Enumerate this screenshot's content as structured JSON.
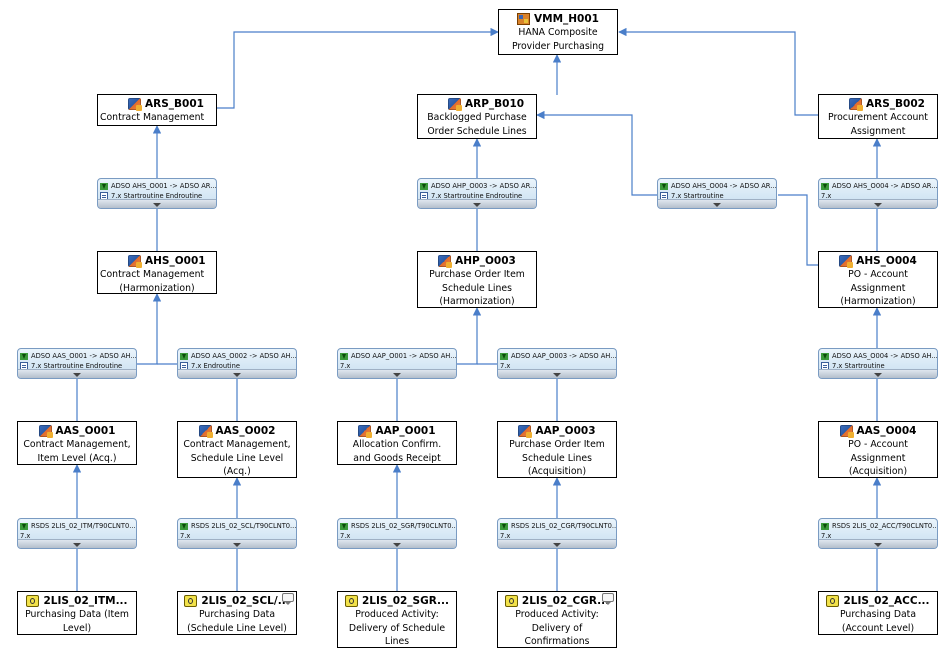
{
  "colors": {
    "connector": "#4a7ec9",
    "box_border": "#000000",
    "transform_fill": "#d6e8f6"
  },
  "nodes": {
    "vmm_h001": {
      "id": "VMM_H001",
      "lines": [
        "HANA Composite",
        "Provider Purchasing"
      ],
      "icon": "composite-provider-icon"
    },
    "ars_b001": {
      "id": "ARS_B001",
      "lines": [
        "Contract Management"
      ],
      "icon": "adso-icon"
    },
    "arp_b010": {
      "id": "ARP_B010",
      "lines": [
        "Backlogged Purchase",
        "Order Schedule Lines"
      ],
      "icon": "adso-icon"
    },
    "ars_b002": {
      "id": "ARS_B002",
      "lines": [
        "Procurement Account",
        "Assignment"
      ],
      "icon": "adso-icon"
    },
    "ahs_o001": {
      "id": "AHS_O001",
      "lines": [
        "Contract Management",
        "(Harmonization)"
      ],
      "icon": "adso-icon"
    },
    "ahp_o003": {
      "id": "AHP_O003",
      "lines": [
        "Purchase Order Item",
        "Schedule Lines",
        "(Harmonization)"
      ],
      "icon": "adso-icon"
    },
    "ahs_o004": {
      "id": "AHS_O004",
      "lines": [
        "PO - Account",
        "Assignment",
        "(Harmonization)"
      ],
      "icon": "adso-icon"
    },
    "aas_o001": {
      "id": "AAS_O001",
      "lines": [
        "Contract Management,",
        "Item Level (Acq.)"
      ],
      "icon": "adso-icon"
    },
    "aas_o002": {
      "id": "AAS_O002",
      "lines": [
        "Contract Management,",
        "Schedule Line Level",
        "(Acq.)"
      ],
      "icon": "adso-icon"
    },
    "aap_o001": {
      "id": "AAP_O001",
      "lines": [
        "Allocation Confirm.",
        "and Goods Receipt"
      ],
      "icon": "adso-icon"
    },
    "aap_o003": {
      "id": "AAP_O003",
      "lines": [
        "Purchase Order Item",
        "Schedule Lines",
        "(Acquisition)"
      ],
      "icon": "adso-icon"
    },
    "aas_o004": {
      "id": "AAS_O004",
      "lines": [
        "PO - Account",
        "Assignment",
        "(Acquisition)"
      ],
      "icon": "adso-icon"
    },
    "ds_itm": {
      "id": "2LIS_02_ITM...",
      "lines": [
        "Purchasing Data (Item",
        "Level)"
      ],
      "icon": "datasource-icon"
    },
    "ds_scl": {
      "id": "2LIS_02_SCL/...",
      "lines": [
        "Purchasing Data",
        "(Schedule Line Level)"
      ],
      "icon": "datasource-icon"
    },
    "ds_sgr": {
      "id": "2LIS_02_SGR...",
      "lines": [
        "Produced Activity:",
        "Delivery of Schedule",
        "Lines"
      ],
      "icon": "datasource-icon"
    },
    "ds_cgr": {
      "id": "2LIS_02_CGR...",
      "lines": [
        "Produced Activity:",
        "Delivery of",
        "Confirmations"
      ],
      "icon": "datasource-icon"
    },
    "ds_acc": {
      "id": "2LIS_02_ACC...",
      "lines": [
        "Purchasing Data",
        "(Account Level)"
      ],
      "icon": "datasource-icon"
    }
  },
  "transforms": {
    "t_ahs_o001": {
      "label": "ADSO AHS_O001 -> ADSO AR...",
      "routines": "7.x Startroutine  Endroutine"
    },
    "t_ahp_o003": {
      "label": "ADSO AHP_O003 -> ADSO AR...",
      "routines": "7.x Startroutine  Endroutine"
    },
    "t_ahs_o004_mid": {
      "label": "ADSO AHS_O004 -> ADSO AR...",
      "routines": "7.x Startroutine"
    },
    "t_ahs_o004_right": {
      "label": "ADSO AHS_O004 -> ADSO AR...",
      "routines": "7.x"
    },
    "t_aas_o001": {
      "label": "ADSO AAS_O001 -> ADSO AH...",
      "routines": "7.x Startroutine  Endroutine"
    },
    "t_aas_o002": {
      "label": "ADSO AAS_O002 -> ADSO AH...",
      "routines": "7.x Endroutine"
    },
    "t_aap_o001": {
      "label": "ADSO AAP_O001 -> ADSO AH...",
      "routines": "7.x"
    },
    "t_aap_o003": {
      "label": "ADSO AAP_O003 -> ADSO AH...",
      "routines": "7.x"
    },
    "t_aas_o004": {
      "label": "ADSO AAS_O004 -> ADSO AH...",
      "routines": "7.x Startroutine"
    },
    "t_rsds_itm": {
      "label": "RSDS 2LIS_02_ITM/T90CLNT0...",
      "routines": "7.x"
    },
    "t_rsds_scl": {
      "label": "RSDS 2LIS_02_SCL/T90CLNT0...",
      "routines": "7.x"
    },
    "t_rsds_sgr": {
      "label": "RSDS 2LIS_02_SGR/T90CLNT0...",
      "routines": "7.x"
    },
    "t_rsds_cgr": {
      "label": "RSDS 2LIS_02_CGR/T90CLNT0...",
      "routines": "7.x"
    },
    "t_rsds_acc": {
      "label": "RSDS 2LIS_02_ACC/T90CLNT0...",
      "routines": "7.x"
    }
  }
}
